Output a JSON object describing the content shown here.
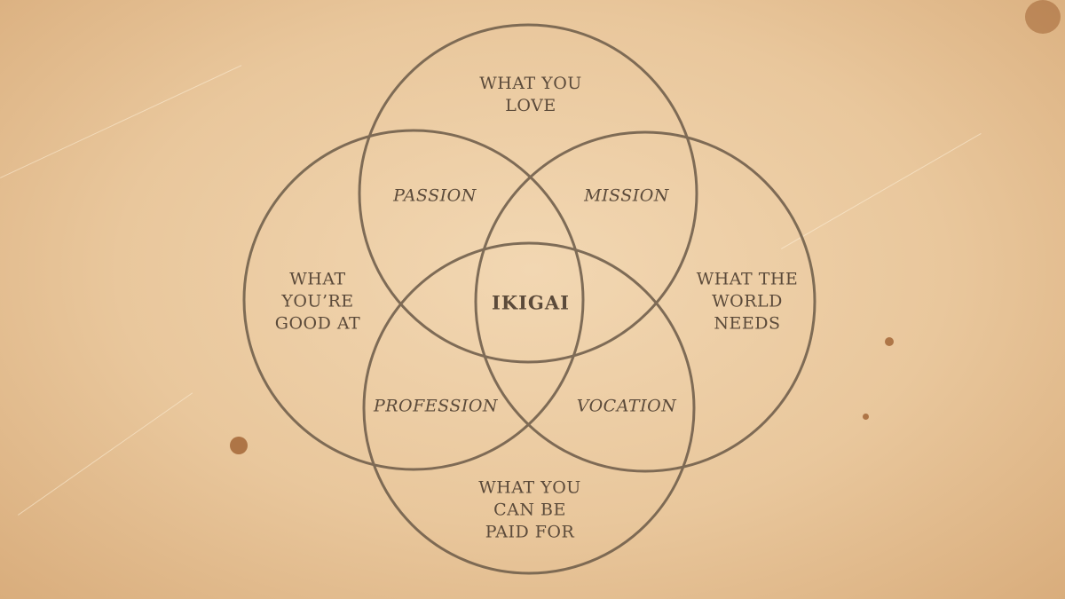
{
  "diagram": {
    "type": "venn",
    "circles": [
      {
        "id": "love",
        "label": "WHAT YOU\nLOVE"
      },
      {
        "id": "good",
        "label": "WHAT\nYOU’RE\nGOOD AT"
      },
      {
        "id": "world",
        "label": "WHAT THE\nWORLD\nNEEDS"
      },
      {
        "id": "paid",
        "label": "WHAT YOU\nCAN BE\nPAID FOR"
      }
    ],
    "intersections": {
      "passion": "PASSION",
      "mission": "MISSION",
      "profession": "PROFESSION",
      "vocation": "VOCATION",
      "center": "IKIGAI"
    },
    "line_color": "#6b5a48",
    "text_color": "#5b4a3a",
    "paper_color": "#e9c79c"
  }
}
